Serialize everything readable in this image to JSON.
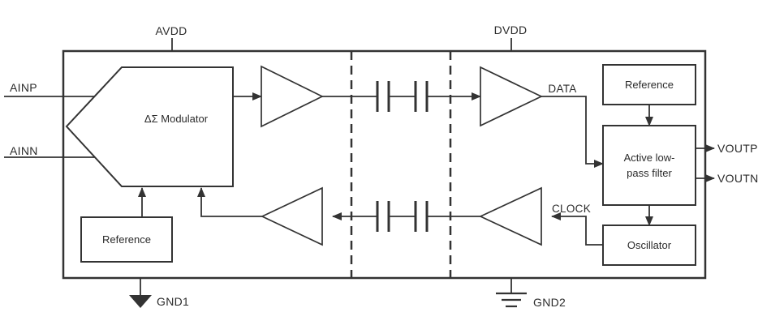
{
  "colors": {
    "line": "#333333",
    "text": "#2b2b2b",
    "background": "#ffffff"
  },
  "ports": {
    "ainp": "AINP",
    "ainn": "AINN",
    "avdd": "AVDD",
    "dvdd": "DVDD",
    "voutp": "VOUTP",
    "voutn": "VOUTN",
    "gnd1": "GND1",
    "gnd2": "GND2"
  },
  "signals": {
    "data": "DATA",
    "clock": "CLOCK"
  },
  "blocks": {
    "modulator": "ΔΣ Modulator",
    "reference_left": "Reference",
    "reference_right": "Reference",
    "filter_line1": "Active low-",
    "filter_line2": "pass filter",
    "oscillator": "Oscillator"
  }
}
